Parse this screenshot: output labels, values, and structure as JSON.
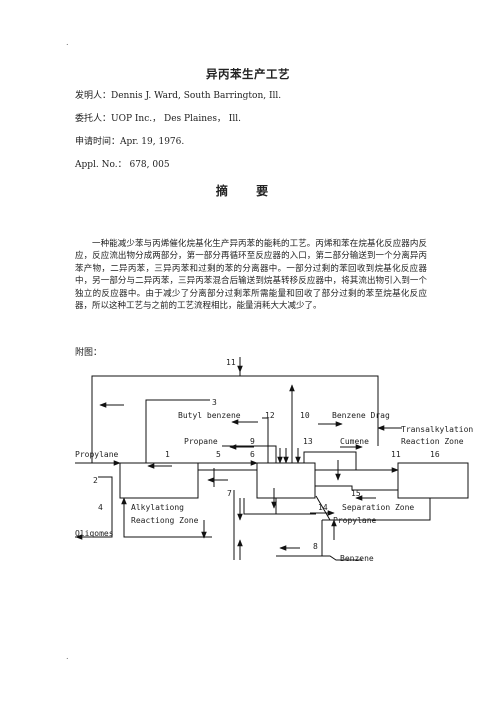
{
  "header_dot": ".",
  "footer_dot": ".",
  "title": "异丙苯生产工艺",
  "meta": {
    "inventor": "发明人：Dennis J. Ward, South Barrington, Ill.",
    "assignee": "委托人：UOP Inc.， Des Plaines， Ill.",
    "filed": "申请时间：Apr. 19, 1976.",
    "appl_no": "Appl. No.： 678, 005"
  },
  "abstract_heading": "摘 要",
  "abstract_text": "一种能减少苯与丙烯催化烷基化生产异丙苯的能耗的工艺。丙烯和苯在烷基化反应器内反应，反应流出物分成两部分，第一部分再循环至反应器的入口，第二部分输送到一个分离异丙苯产物，二异丙苯，三异丙苯和过剩的苯的分离器中。一部分过剩的苯回收到烷基化反应器中，另一部分与二异丙苯，三异丙苯混合后输送到烷基转移反应器中，将其流出物引入到一个独立的反应器中。由于减少了分离部分过剩苯所需能量和回收了部分过剩的苯至烷基化反应器，所以这种工艺与之前的工艺流程相比，能量消耗大大减少了。",
  "figure_label": "附图：",
  "diagram": {
    "numbers": [
      "11",
      "3",
      "12",
      "10",
      "9",
      "13",
      "1",
      "5",
      "6",
      "11",
      "16",
      "2",
      "7",
      "15",
      "4",
      "14",
      "8"
    ],
    "labels": {
      "butyl_benzene": "Butyl benzene",
      "benzene_drag": "Benzene Drag",
      "transalkylation_1": "Transalkylation",
      "transalkylation_2": "Reaction Zone",
      "propane": "Propane",
      "cumene": "Cumene",
      "propylene_in": "Propylane",
      "alkylation_1": "Alkylationg",
      "alkylation_2": "Reactiong Zone",
      "separation": "Separation Zone",
      "propylene_out": "Propylane",
      "oligomes": "Oligomes",
      "benzene": "Benzene"
    }
  }
}
